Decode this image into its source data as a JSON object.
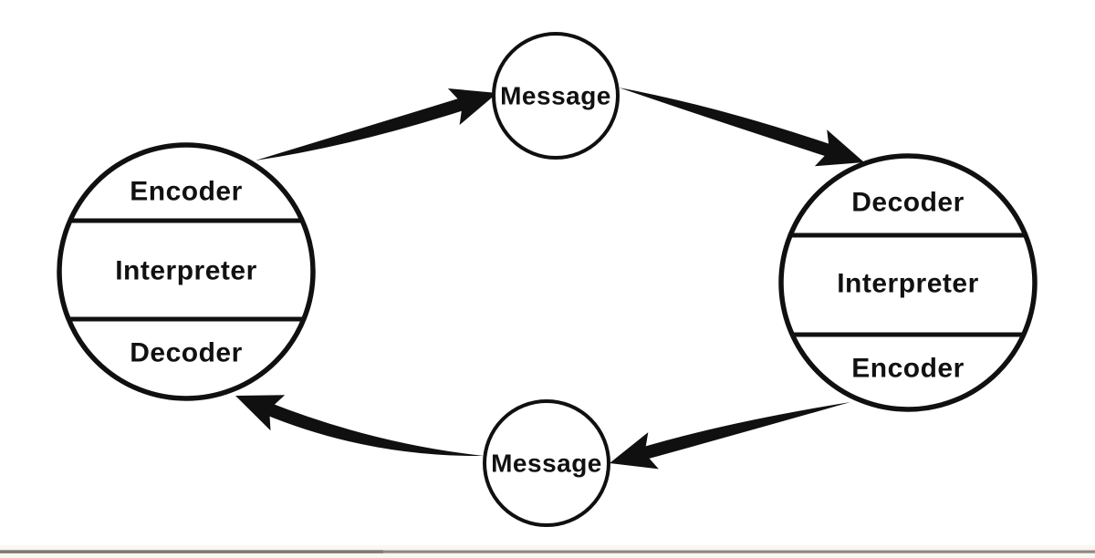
{
  "diagram": {
    "type": "communication-cycle-model",
    "left_node": {
      "sections": [
        "Encoder",
        "Interpreter",
        "Decoder"
      ]
    },
    "right_node": {
      "sections": [
        "Decoder",
        "Interpreter",
        "Encoder"
      ]
    },
    "top_message": {
      "label": "Message"
    },
    "bottom_message": {
      "label": "Message"
    },
    "flow": [
      "left-node -> top-message",
      "top-message -> right-node",
      "right-node -> bottom-message",
      "bottom-message -> left-node"
    ],
    "colors": {
      "ink": "#101010",
      "background": "#ffffff",
      "baseline_gray": "#8d8983",
      "baseline_tint": "#faf7f2"
    }
  }
}
